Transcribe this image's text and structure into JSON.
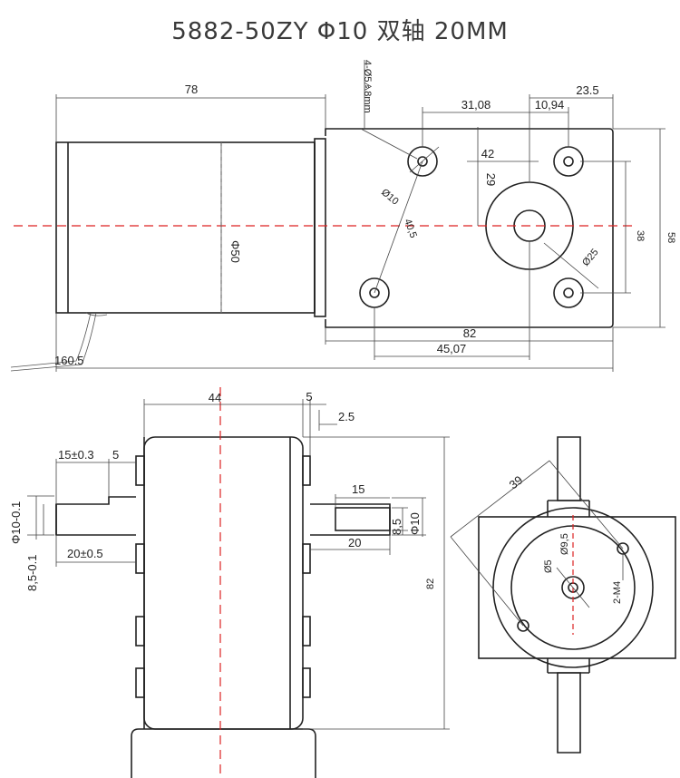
{
  "title": "5882-50ZY  Φ10 双轴 20MM",
  "dims": {
    "top_motor_len": "78",
    "holes": "4-Ø5⧌8mm",
    "d_31": "31,08",
    "d_10": "10,94",
    "d_23": "23.5",
    "d_42": "42",
    "d_29": "29",
    "d_phi10": "Ø10",
    "d_40": "40,5",
    "d_phi50": "Φ50",
    "d_38": "38",
    "d_58": "58",
    "d_phi25": "Ø25",
    "d_82": "82",
    "d_45": "45,07",
    "d_160": "160.5",
    "s_44": "44",
    "s_5": "5",
    "s_25": "2.5",
    "s_15t": "15±0.3",
    "s_5b": "5",
    "s_phi10l": "Φ10-0.1",
    "s_85l": "8,5-0.1",
    "s_20l": "20±0.5",
    "s_15": "15",
    "s_85r": "8,5",
    "s_phi10r": "Φ10",
    "s_20": "20",
    "s_82": "82",
    "f_39": "39",
    "f_phi5": "Ø5",
    "f_phi95": "Ø9,5",
    "f_2m4": "2-M4"
  }
}
